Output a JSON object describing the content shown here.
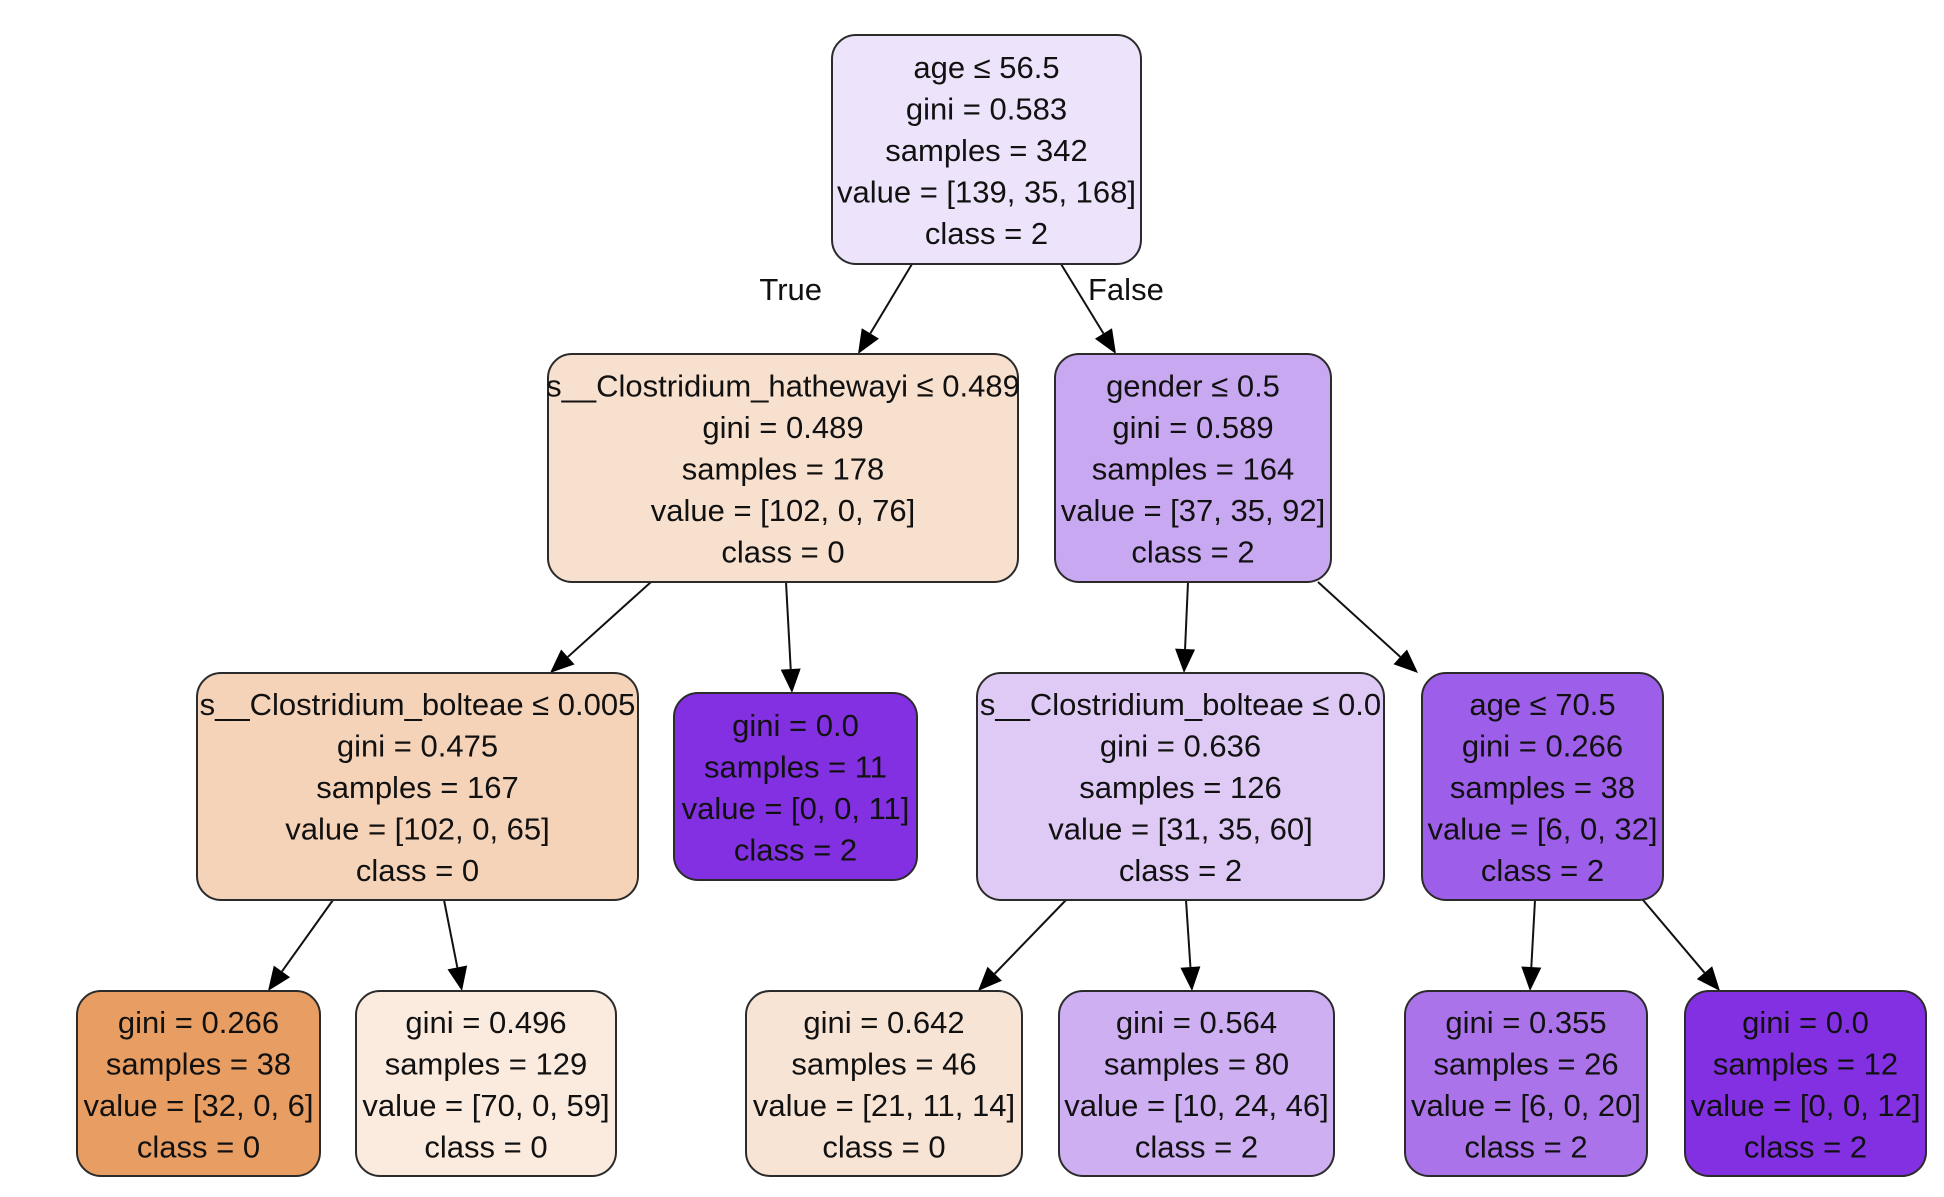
{
  "title": "Decision tree",
  "nodes": [
    {
      "id": "root",
      "lines": [
        "age ≤ 56.5",
        "gini = 0.583",
        "samples = 342",
        "value = [139, 35, 168]",
        "class = 2"
      ],
      "fill": "#ede4fb"
    },
    {
      "id": "n1",
      "lines": [
        "s__Clostridium_hathewayi ≤ 0.489",
        "gini = 0.489",
        "samples = 178",
        "value = [102, 0, 76]",
        "class = 0"
      ],
      "fill": "#f8e0cf"
    },
    {
      "id": "n2",
      "lines": [
        "gender ≤ 0.5",
        "gini = 0.589",
        "samples = 164",
        "value = [37, 35, 92]",
        "class = 2"
      ],
      "fill": "#c9a8f2"
    },
    {
      "id": "n3",
      "lines": [
        "s__Clostridium_bolteae ≤ 0.005",
        "gini = 0.475",
        "samples = 167",
        "value = [102, 0, 65]",
        "class = 0"
      ],
      "fill": "#f5d3b9"
    },
    {
      "id": "n4",
      "lines": [
        "gini = 0.0",
        "samples = 11",
        "value = [0, 0, 11]",
        "class = 2"
      ],
      "fill": "#8230e2"
    },
    {
      "id": "n5",
      "lines": [
        "s__Clostridium_bolteae ≤ 0.0",
        "gini = 0.636",
        "samples = 126",
        "value = [31, 35, 60]",
        "class = 2"
      ],
      "fill": "#dfcaf6"
    },
    {
      "id": "n6",
      "lines": [
        "age ≤ 70.5",
        "gini = 0.266",
        "samples = 38",
        "value = [6, 0, 32]",
        "class = 2"
      ],
      "fill": "#9d5ee9"
    },
    {
      "id": "n7",
      "lines": [
        "gini = 0.266",
        "samples = 38",
        "value = [32, 0, 6]",
        "class = 0"
      ],
      "fill": "#e89e63"
    },
    {
      "id": "n8",
      "lines": [
        "gini = 0.496",
        "samples = 129",
        "value = [70, 0, 59]",
        "class = 0"
      ],
      "fill": "#fbeade"
    },
    {
      "id": "n9",
      "lines": [
        "gini = 0.642",
        "samples = 46",
        "value = [21, 11, 14]",
        "class = 0"
      ],
      "fill": "#f8e4d5"
    },
    {
      "id": "n10",
      "lines": [
        "gini = 0.564",
        "samples = 80",
        "value = [10, 24, 46]",
        "class = 2"
      ],
      "fill": "#cdaff2"
    },
    {
      "id": "n11",
      "lines": [
        "gini = 0.355",
        "samples = 26",
        "value = [6, 0, 20]",
        "class = 2"
      ],
      "fill": "#aa73ea"
    },
    {
      "id": "n12",
      "lines": [
        "gini = 0.0",
        "samples = 12",
        "value = [0, 0, 12]",
        "class = 2"
      ],
      "fill": "#8230e2"
    }
  ],
  "edges": [
    {
      "from": "root",
      "to": "n1",
      "label": "True"
    },
    {
      "from": "root",
      "to": "n2",
      "label": "False"
    },
    {
      "from": "n1",
      "to": "n3",
      "label": ""
    },
    {
      "from": "n1",
      "to": "n4",
      "label": ""
    },
    {
      "from": "n2",
      "to": "n5",
      "label": ""
    },
    {
      "from": "n2",
      "to": "n6",
      "label": ""
    },
    {
      "from": "n3",
      "to": "n7",
      "label": ""
    },
    {
      "from": "n3",
      "to": "n8",
      "label": ""
    },
    {
      "from": "n5",
      "to": "n9",
      "label": ""
    },
    {
      "from": "n5",
      "to": "n10",
      "label": ""
    },
    {
      "from": "n6",
      "to": "n11",
      "label": ""
    },
    {
      "from": "n6",
      "to": "n12",
      "label": ""
    }
  ]
}
